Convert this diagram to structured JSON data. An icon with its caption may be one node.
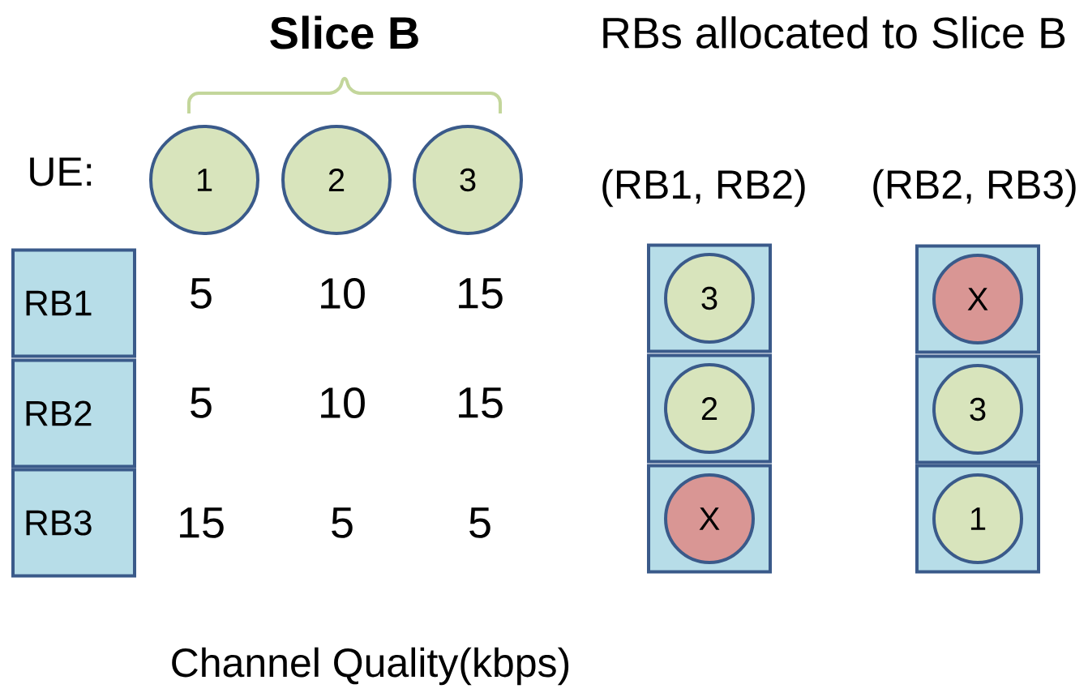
{
  "diagram": {
    "nodes": [
      {
        "text": [
          "1"
        ]
      },
      {
        "text": [
          "2"
        ]
      },
      {
        "text": [
          "3"
        ]
      },
      {
        "text": [
          "RB1"
        ]
      },
      {
        "text": [
          "RB2"
        ]
      },
      {
        "text": [
          "RB3"
        ]
      },
      {
        "text": [],
        "shape": "box"
      },
      {
        "text": [
          "3"
        ],
        "in": 6
      },
      {
        "text": [],
        "shape": "box"
      },
      {
        "text": [
          "2"
        ],
        "in": 8
      },
      {
        "text": [],
        "shape": "box"
      },
      {
        "text": [
          "X"
        ],
        "in": 10
      },
      {
        "text": [],
        "shape": "box"
      },
      {
        "text": [
          "X"
        ],
        "in": 12
      },
      {
        "text": [],
        "shape": "box"
      },
      {
        "text": [
          "3"
        ],
        "in": 14
      },
      {
        "text": [],
        "shape": "box"
      },
      {
        "text": [
          "1"
        ],
        "in": 16
      }
    ],
    "labels": [
      "Slice B",
      "RBs allocated to Slice B",
      "UE:",
      "(RB1, RB2)",
      "(RB2, RB3)",
      "5",
      "10",
      "15",
      "5",
      "10",
      "15",
      "15",
      "5",
      "5",
      "Channel Quality(kbps)"
    ]
  }
}
